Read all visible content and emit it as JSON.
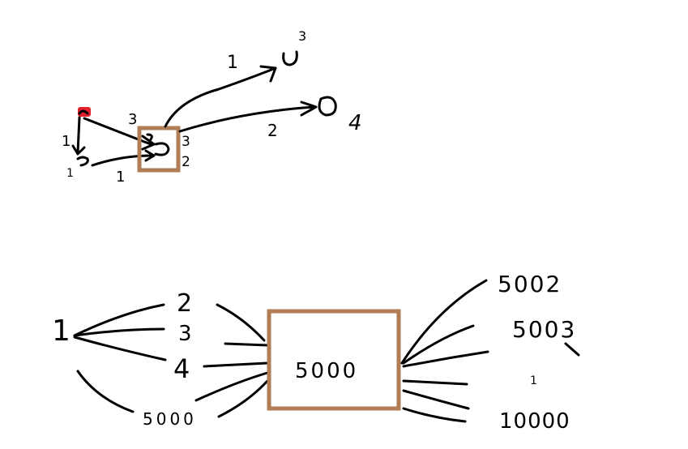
{
  "top_graph": {
    "edge_labels": {
      "to_node3": "1",
      "to_node4": "2",
      "red_to_box": "3",
      "red_to_node1": "1",
      "node1_to_box": "1",
      "box_right_top": "3",
      "box_right_bottom": "2"
    },
    "node_labels": {
      "top_right": "3",
      "right": "4",
      "left_small": "1"
    }
  },
  "bottom_diagram": {
    "source": "1",
    "left_items": [
      "2",
      "3",
      "4",
      "5000"
    ],
    "center_value": "5000",
    "right_items": [
      "5002",
      "5003",
      "1",
      "10000"
    ]
  },
  "colors": {
    "ink": "#000000",
    "highlight_box": "#b07d56",
    "start_marker": "#e0202a"
  }
}
